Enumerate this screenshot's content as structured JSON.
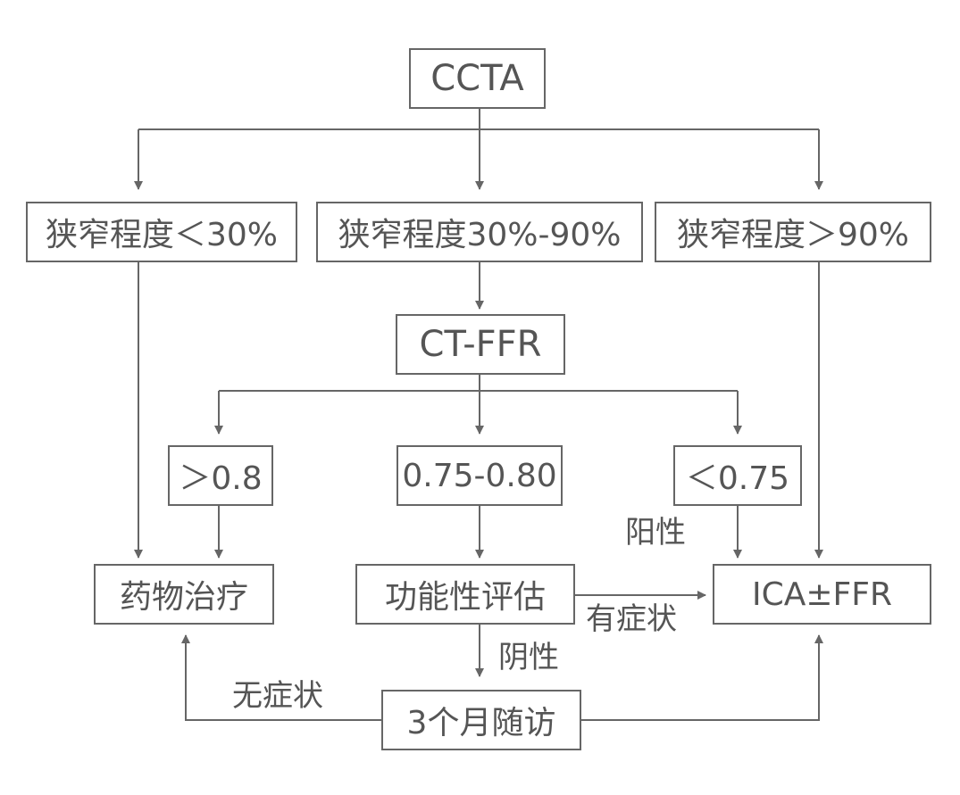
{
  "nodes": {
    "ccta": "CCTA",
    "stenosis_low": "狭窄程度＜30%",
    "stenosis_mid": "狭窄程度30%-90%",
    "stenosis_high": "狭窄程度＞90%",
    "ct_ffr": "CT-FFR",
    "ffr_high": "＞0.8",
    "ffr_mid": "0.75-0.80",
    "ffr_low": "＜0.75",
    "medication": "药物治疗",
    "functional_eval": "功能性评估",
    "ica_ffr": "ICA±FFR",
    "followup": "3个月随访"
  },
  "edge_labels": {
    "positive": "阳性",
    "negative": "阴性",
    "symptomatic": "有症状",
    "asymptomatic": "无症状"
  },
  "colors": {
    "line": "#666666",
    "text": "#555555",
    "background": "#ffffff"
  }
}
